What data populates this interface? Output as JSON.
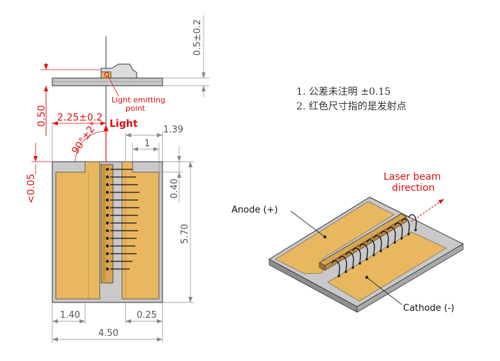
{
  "side_view": {
    "dim_thickness": "0.5±0.2",
    "dim_height": "0.50",
    "light_point_label_line1": "Light emitting",
    "light_point_label_line2": "point"
  },
  "top_view": {
    "dim_offset": "2.25±0.2",
    "dim_angle": "90°±2°",
    "light_label": "Light",
    "dim_edge": "<0.05",
    "dim_139": "1.39",
    "dim_1": "1",
    "dim_040": "0.40",
    "dim_570": "5.70",
    "dim_140": "1.40",
    "dim_025": "0.25",
    "dim_450": "4.50"
  },
  "notes": [
    "1. 公差未注明 ±0.15",
    "2. 红色尺寸指的是发射点"
  ],
  "iso_view": {
    "laser_label_line1": "Laser beam",
    "laser_label_line2": "direction",
    "anode_label": "Anode (+)",
    "cathode_label": "Cathode (-)"
  },
  "colors": {
    "pad_gold": "#e8b760",
    "pad_dark_gold": "#d9a550",
    "substrate_gray": "#bdbdbd",
    "red_dim": "#e01010"
  }
}
